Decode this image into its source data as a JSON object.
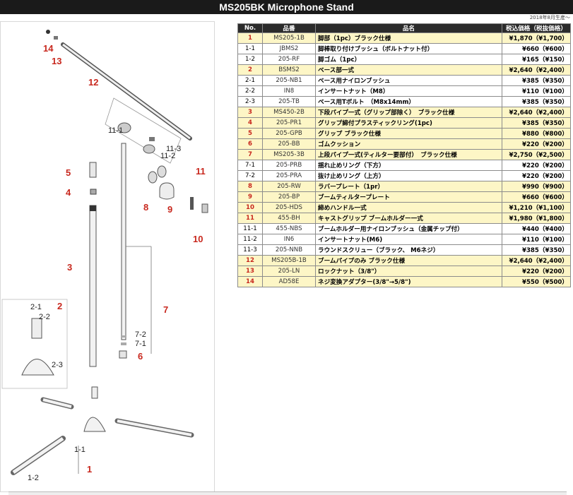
{
  "title": "MS205BK Microphone Stand",
  "date_note": "2018年8月生産～",
  "table": {
    "headers": [
      "No.",
      "品番",
      "品名",
      "税込価格（税抜価格）"
    ],
    "rows": [
      {
        "no": "1",
        "code": "MS205-1B",
        "name": "脚部（1pc）ブラック仕様",
        "price": "¥1,870（¥1,700）",
        "hl": true
      },
      {
        "no": "1-1",
        "code": "JBMS2",
        "name": "脚棒取り付けブッシュ（ボルトナット付）",
        "price": "¥660（¥600）",
        "hl": false
      },
      {
        "no": "1-2",
        "code": "205-RF",
        "name": "脚ゴム（1pc）",
        "price": "¥165（¥150）",
        "hl": false
      },
      {
        "no": "2",
        "code": "BSMS2",
        "name": "ベース部一式",
        "price": "¥2,640（¥2,400）",
        "hl": true
      },
      {
        "no": "2-1",
        "code": "205-NB1",
        "name": "ベース用ナイロンブッシュ",
        "price": "¥385（¥350）",
        "hl": false
      },
      {
        "no": "2-2",
        "code": "IN8",
        "name": "インサートナット（M8）",
        "price": "¥110（¥100）",
        "hl": false
      },
      {
        "no": "2-3",
        "code": "205-TB",
        "name": "ベース用Tボルト　（M8x14mm）",
        "price": "¥385（¥350）",
        "hl": false
      },
      {
        "no": "3",
        "code": "MS450-2B",
        "name": "下段パイプ一式（グリップ部除く）　ブラック仕様",
        "price": "¥2,640（¥2,400）",
        "hl": true
      },
      {
        "no": "4",
        "code": "205-PR1",
        "name": "グリップ締付プラスティックリング(1pc)",
        "price": "¥385（¥350）",
        "hl": true
      },
      {
        "no": "5",
        "code": "205-GPB",
        "name": "グリップ ブラック仕様",
        "price": "¥880（¥800）",
        "hl": true
      },
      {
        "no": "6",
        "code": "205-BB",
        "name": "ゴムクッション",
        "price": "¥220（¥200）",
        "hl": true
      },
      {
        "no": "7",
        "code": "MS205-3B",
        "name": "上段パイプ一式(ティルター要部付）　ブラック仕様",
        "price": "¥2,750（¥2,500）",
        "hl": true
      },
      {
        "no": "7-1",
        "code": "205-PRB",
        "name": "揺れ止めリング（下方）",
        "price": "¥220（¥200）",
        "hl": false
      },
      {
        "no": "7-2",
        "code": "205-PRA",
        "name": "抜け止めリング（上方）",
        "price": "¥220（¥200）",
        "hl": false
      },
      {
        "no": "8",
        "code": "205-RW",
        "name": "ラバープレート（1pr）",
        "price": "¥990（¥900）",
        "hl": true
      },
      {
        "no": "9",
        "code": "205-BP",
        "name": "ブームティルタープレート",
        "price": "¥660（¥600）",
        "hl": true
      },
      {
        "no": "10",
        "code": "205-HDS",
        "name": "締めハンドル一式",
        "price": "¥1,210（¥1,100）",
        "hl": true
      },
      {
        "no": "11",
        "code": "455-BH",
        "name": "キャストグリップ ブームホルダー一式",
        "price": "¥1,980（¥1,800）",
        "hl": true
      },
      {
        "no": "11-1",
        "code": "455-NBS",
        "name": "ブームホルダー用ナイロンブッシュ（金属チップ付）",
        "price": "¥440（¥400）",
        "hl": false
      },
      {
        "no": "11-2",
        "code": "IN6",
        "name": "インサートナット(M6)",
        "price": "¥110（¥100）",
        "hl": false
      },
      {
        "no": "11-3",
        "code": "205-NNB",
        "name": "ラウンドスクリュー（ブラック、 M6ネジ）",
        "price": "¥385（¥350）",
        "hl": false
      },
      {
        "no": "12",
        "code": "MS205B-1B",
        "name": "ブームパイプのみ ブラック仕様",
        "price": "¥2,640（¥2,400）",
        "hl": true
      },
      {
        "no": "13",
        "code": "205-LN",
        "name": "ロックナット（3/8\"）",
        "price": "¥220（¥200）",
        "hl": true
      },
      {
        "no": "14",
        "code": "AD58E",
        "name": "ネジ変換アダプター(3/8\"→5/8\")",
        "price": "¥550（¥500）",
        "hl": true
      }
    ]
  },
  "diagram": {
    "part_labels": [
      "14",
      "13",
      "12",
      "11",
      "5",
      "4",
      "8",
      "9",
      "10",
      "3",
      "7",
      "6",
      "2",
      "1"
    ],
    "sub_labels": [
      "11-1",
      "11-3",
      "11-2",
      "2-1",
      "2-2",
      "2-3",
      "7-2",
      "7-1",
      "1-1",
      "1-2"
    ]
  }
}
